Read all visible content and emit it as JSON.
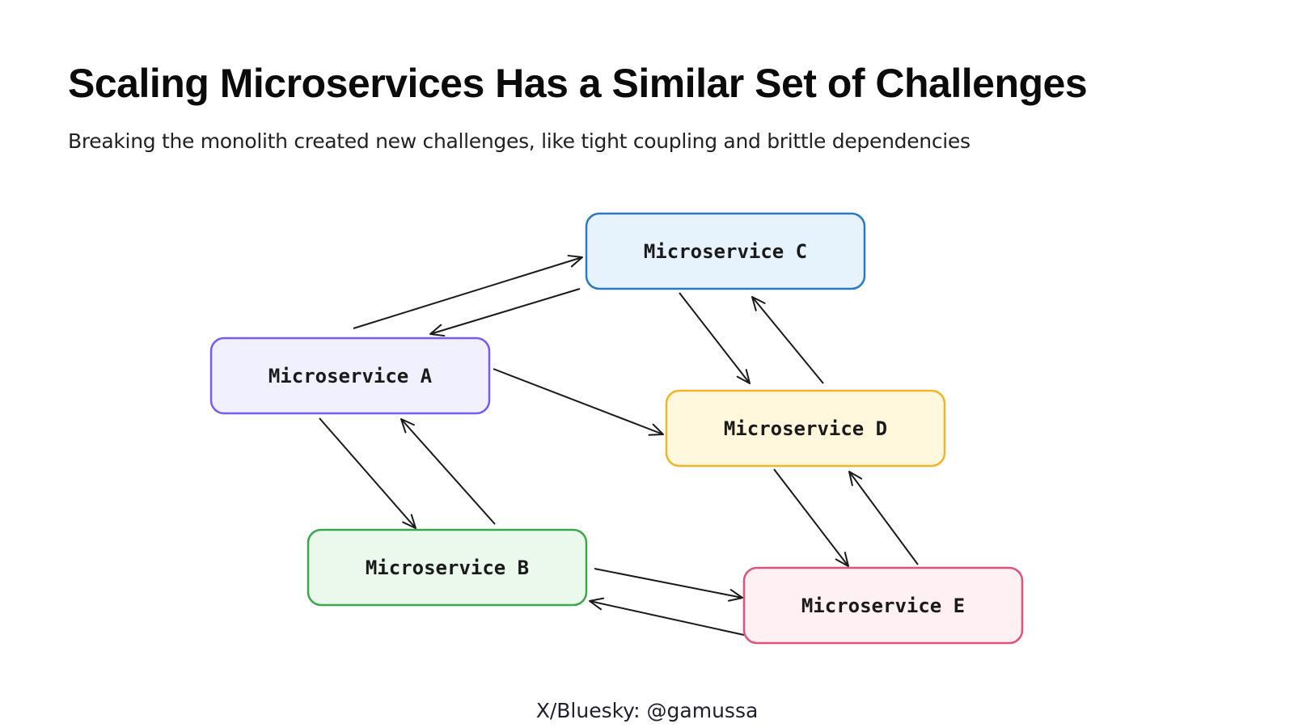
{
  "title": "Scaling Microservices Has a Similar Set of Challenges",
  "subtitle": "Breaking the monolith created new challenges, like tight coupling and brittle dependencies",
  "nodes": {
    "a": {
      "label": "Microservice A",
      "fill": "#f1f0ff",
      "stroke": "#7a5af5"
    },
    "b": {
      "label": "Microservice B",
      "fill": "#eaf9ec",
      "stroke": "#3da84a"
    },
    "c": {
      "label": "Microservice C",
      "fill": "#e6f3fd",
      "stroke": "#2a78c8"
    },
    "d": {
      "label": "Microservice D",
      "fill": "#fff8dc",
      "stroke": "#f2b52a"
    },
    "e": {
      "label": "Microservice E",
      "fill": "#fff0f3",
      "stroke": "#e0537d"
    }
  },
  "edges": [
    {
      "from": "Microservice A",
      "to": "Microservice C"
    },
    {
      "from": "Microservice C",
      "to": "Microservice A"
    },
    {
      "from": "Microservice A",
      "to": "Microservice D"
    },
    {
      "from": "Microservice A",
      "to": "Microservice B"
    },
    {
      "from": "Microservice B",
      "to": "Microservice A"
    },
    {
      "from": "Microservice C",
      "to": "Microservice D"
    },
    {
      "from": "Microservice D",
      "to": "Microservice C"
    },
    {
      "from": "Microservice D",
      "to": "Microservice E"
    },
    {
      "from": "Microservice E",
      "to": "Microservice D"
    },
    {
      "from": "Microservice B",
      "to": "Microservice E"
    },
    {
      "from": "Microservice E",
      "to": "Microservice B"
    }
  ],
  "footer": "X/Bluesky: @gamussa"
}
